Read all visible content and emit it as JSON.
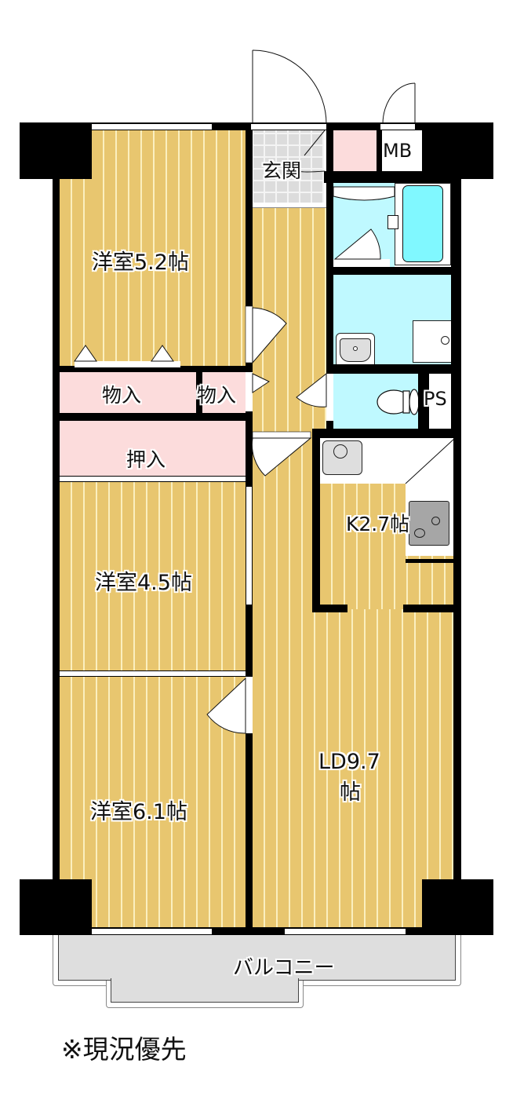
{
  "floor_plan": {
    "rooms": [
      {
        "id": "western-room-1",
        "label": "洋室5.2帖",
        "type": "western room",
        "size_jo": 5.2
      },
      {
        "id": "western-room-2",
        "label": "洋室4.5帖",
        "type": "western room",
        "size_jo": 4.5
      },
      {
        "id": "western-room-3",
        "label": "洋室6.1帖",
        "type": "western room",
        "size_jo": 6.1
      },
      {
        "id": "living-dining",
        "label_line1": "LD9.7",
        "label_line2": "帖",
        "type": "living/dining",
        "size_jo": 9.7
      },
      {
        "id": "kitchen",
        "label": "K2.7帖",
        "type": "kitchen",
        "size_jo": 2.7
      },
      {
        "id": "entrance",
        "label": "玄関",
        "type": "entrance"
      },
      {
        "id": "storage-1",
        "label": "物入",
        "type": "storage"
      },
      {
        "id": "storage-2",
        "label": "物入",
        "type": "storage"
      },
      {
        "id": "closet",
        "label": "押入",
        "type": "closet"
      },
      {
        "id": "meter-box",
        "label": "MB",
        "type": "meter box"
      },
      {
        "id": "pipe-space",
        "label": "PS",
        "type": "pipe space"
      },
      {
        "id": "balcony",
        "label": "バルコニー",
        "type": "balcony"
      }
    ],
    "note": "※現況優先",
    "colors": {
      "wall": "#000000",
      "flooring": "#e8c66f",
      "flooring_stripe": "#fbefbf",
      "storage": "#fcdcdc",
      "wet_area": "#bff9ff",
      "bathtub": "#80f8ff",
      "entrance_tile": "#dcdcdc",
      "balcony": "#dedede",
      "sink": "#dedede",
      "stove": "#a6a6a6"
    }
  }
}
